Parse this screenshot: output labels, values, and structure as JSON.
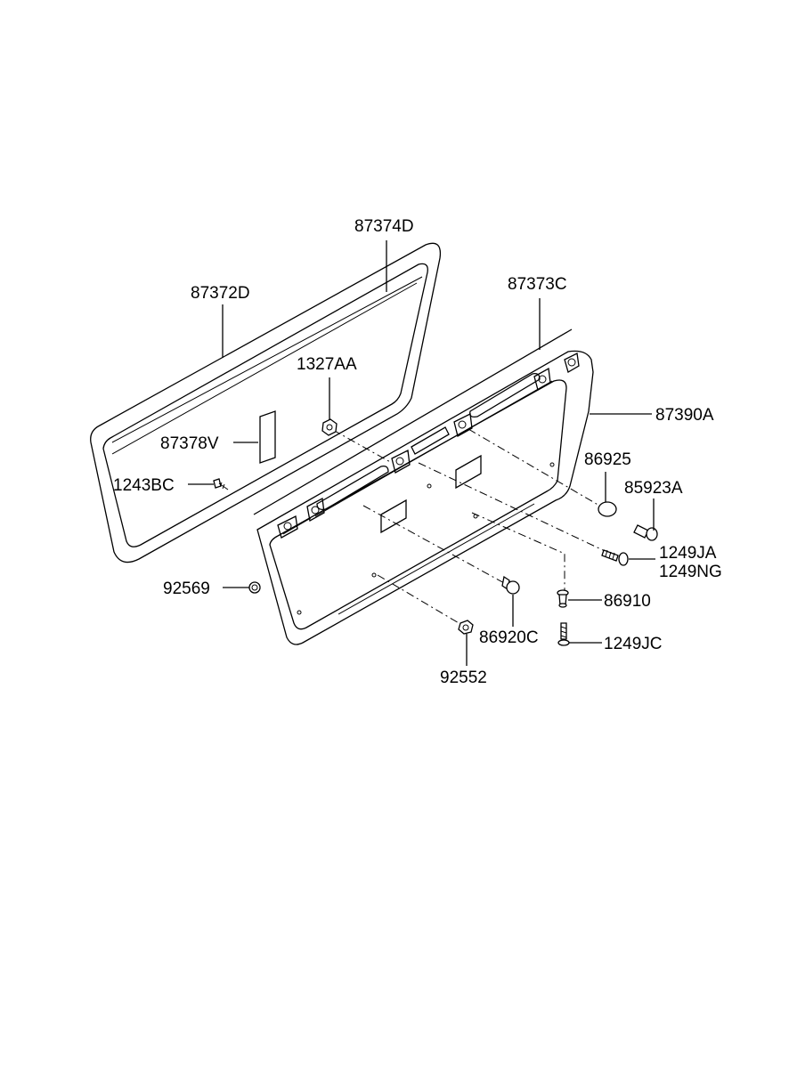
{
  "diagram": {
    "labels": {
      "p87374D": "87374D",
      "p87372D": "87372D",
      "p87373C": "87373C",
      "p1327AA": "1327AA",
      "p87390A": "87390A",
      "p87378V": "87378V",
      "p86925": "86925",
      "p1243BC": "1243BC",
      "p85923A": "85923A",
      "p1249JA": "1249JA",
      "p1249NG": "1249NG",
      "p92569": "92569",
      "p86910": "86910",
      "p86920C": "86920C",
      "p1249JC": "1249JC",
      "p92552": "92552"
    }
  }
}
